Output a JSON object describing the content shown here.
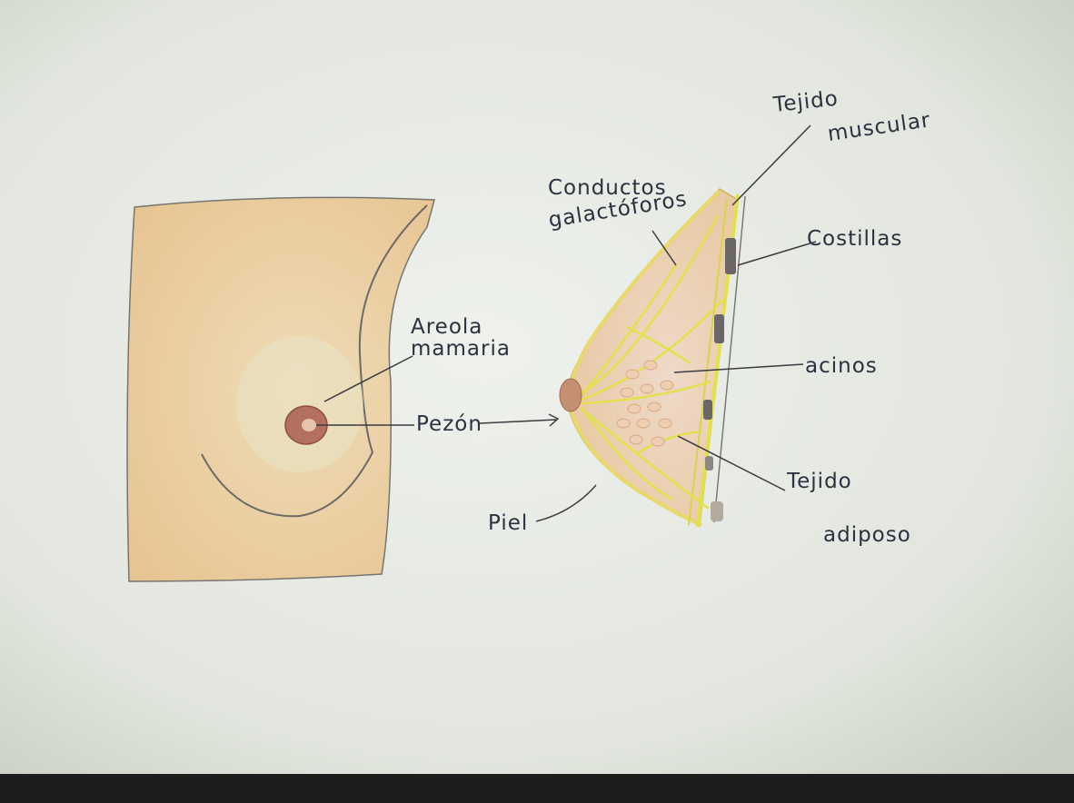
{
  "drawing": {
    "front_view": {
      "areola_label_line1": "Areola",
      "areola_label_line2": "mamaria",
      "nipple_label": "Pezón"
    },
    "side_view": {
      "ducts_label_line1": "Conductos",
      "ducts_label_line2": "galactóforos",
      "muscle_label_line1": "Tejido",
      "muscle_label_line2": "muscular",
      "ribs_label": "Costillas",
      "acini_label": "acinos",
      "adipose_label_line1": "Tejido",
      "adipose_label_line2": "adiposo",
      "skin_label": "Piel"
    }
  },
  "colors": {
    "paper": "#e9ece6",
    "skin_tone": "#eccf9e",
    "nipple": "#b4705e",
    "gland_yellow": "#e3e14a",
    "lobule_pink": "#ecc8c6",
    "rib_gray": "#6b6766"
  }
}
